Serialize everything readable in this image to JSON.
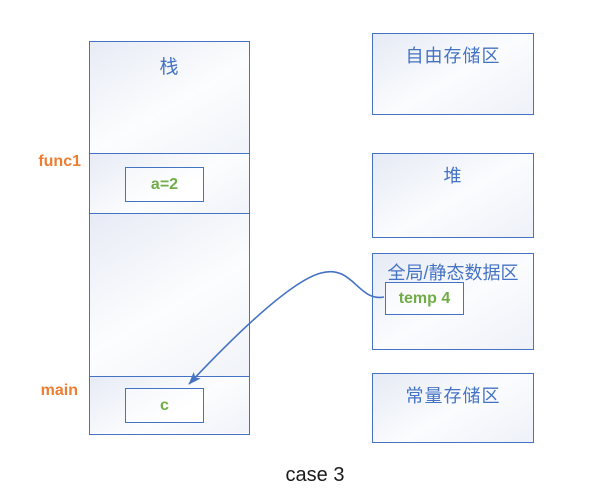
{
  "diagram": {
    "caption": "case 3",
    "stack": {
      "title": "栈",
      "frames": [
        {
          "label": "func1",
          "variable": "a=2"
        },
        {
          "label": "main",
          "variable": "c"
        }
      ]
    },
    "regions": [
      {
        "title": "自由存储区"
      },
      {
        "title": "堆"
      },
      {
        "title": "全局/静态数据区",
        "variable": "temp 4"
      },
      {
        "title": "常量存储区"
      }
    ],
    "arrow": {
      "from": "temp 4",
      "to": "c"
    },
    "colors": {
      "outline_blue": "#4472c4",
      "label_orange": "#ed7d31",
      "value_green": "#70ad47",
      "caption_black": "#1a1a1a"
    }
  }
}
